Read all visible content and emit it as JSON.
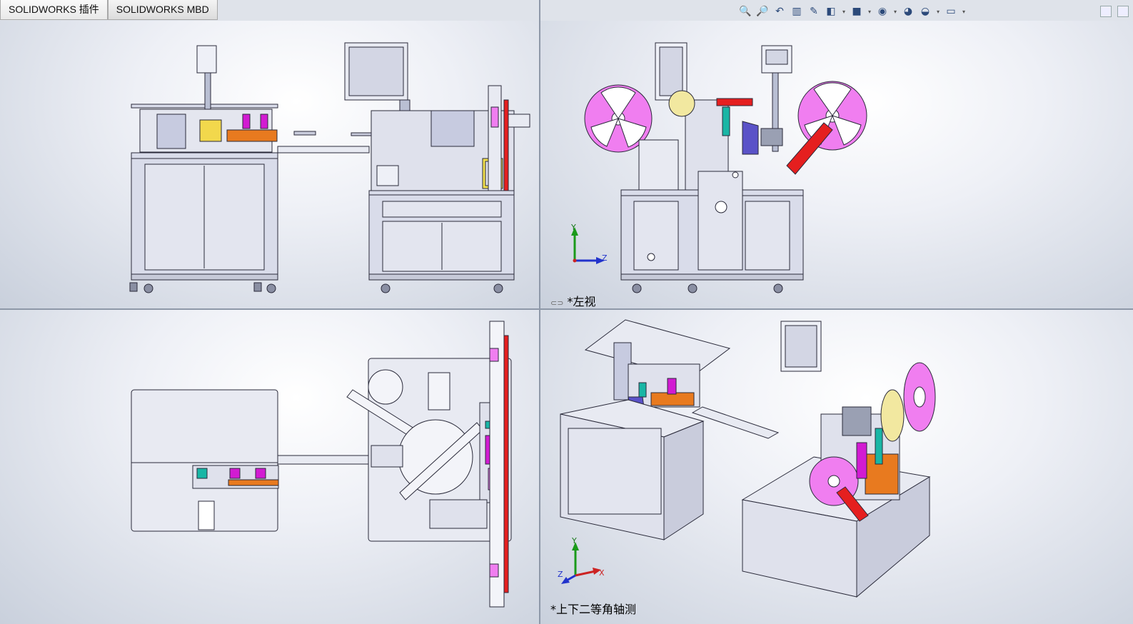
{
  "tabs": [
    {
      "label": "SOLIDWORKS 插件",
      "active": true
    },
    {
      "label": "SOLIDWORKS MBD",
      "active": false
    }
  ],
  "hud_icons": [
    "zoom-to-fit-icon",
    "zoom-to-area-icon",
    "previous-view-icon",
    "section-view-icon",
    "dynamic-annotation-icon",
    "view-orientation-icon",
    "display-style-icon",
    "hide-show-items-icon",
    "edit-appearance-icon",
    "apply-scene-icon",
    "view-settings-icon"
  ],
  "viewports": {
    "top_left": {
      "label": ""
    },
    "top_right": {
      "label": "*左视"
    },
    "bottom_left": {
      "label": ""
    },
    "bottom_right": {
      "label": "*上下二等角轴测"
    }
  },
  "triad": {
    "left_view": {
      "up": "Y",
      "right": "Z"
    },
    "iso_view": {
      "up": "Y",
      "right": "X",
      "left": "Z"
    }
  },
  "colors": {
    "frame": "#d9dcea",
    "outline": "#2a2a3a",
    "reel": "#f07ef0",
    "accent_red": "#e51f1f",
    "accent_orange": "#e87a1f",
    "accent_teal": "#19b6a5",
    "accent_magenta": "#d21bd2",
    "accent_yellow": "#c8c84a"
  }
}
